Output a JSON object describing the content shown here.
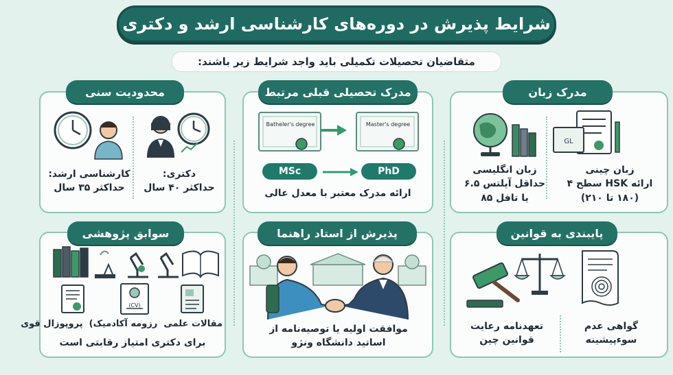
{
  "title": "شرایط پذیرش در دوره‌های کارشناسی ارشد و دکتری",
  "subtitle": "متقاضیان تحصیلات تکمیلی باید واجد شرایط زیر باشند:",
  "language": {
    "heading": "مدرک زبان",
    "chinese": "زبان چینی\nارائه HSK سطح ۴\n(۱۸۰ تا ۲۱۰)",
    "english": "زبان انگلیسی\nحداقل آیلتس ۶.۵\nیا تافل ۸۵"
  },
  "degree": {
    "heading": "مدرک تحصیلی قبلی مرتبط",
    "bachelor_cert": "Batheler's degree",
    "master_cert": "Master's degree",
    "msc": "MSc",
    "phd": "PhD",
    "caption": "ارائه مدرک معتبر با معدل عالی"
  },
  "age": {
    "heading": "محدودیت سنی",
    "phd": "دکتری:\nحداکثر ۴۰ سال",
    "masters": "کارشناسی ارشد:\nحداکثر ۳۵ سال"
  },
  "laws": {
    "heading": "پایبندی به قوانین",
    "clearance": "گواهی عدم\nسوءپیشینه",
    "pledge": "تعهدنامه رعایت\nقوانین چین"
  },
  "supervisor": {
    "heading": "پذیرش از استاد راهنما",
    "caption": "موافقت اولیه یا توصیه‌نامه از\nاساتید دانشگاه ونژو"
  },
  "research": {
    "heading": "سوابق پژوهشی",
    "cv_badge": "(CV)",
    "items_line": "مقالات علمی  رزومه آکادمیک)  پروپوزال قوی",
    "caption": "برای دکتری امتیاز رقابتی است"
  }
}
